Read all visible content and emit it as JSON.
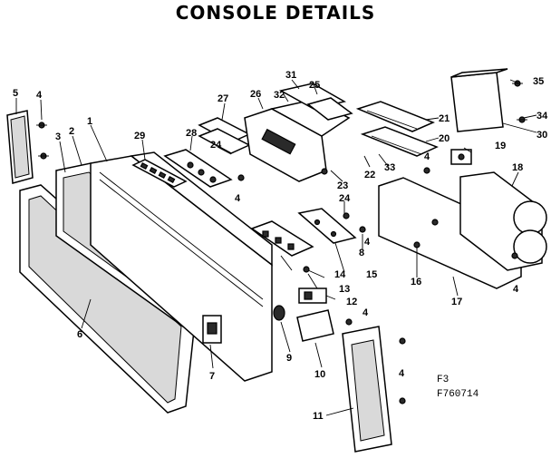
{
  "title": "CONSOLE DETAILS",
  "figure_code": "F3",
  "figure_number": "F760714",
  "callouts": [
    "1",
    "2",
    "3",
    "4",
    "5",
    "6",
    "7",
    "8",
    "9",
    "10",
    "11",
    "12",
    "13",
    "14",
    "15",
    "16",
    "17",
    "18",
    "19",
    "20",
    "21",
    "22",
    "23",
    "24",
    "25",
    "26",
    "27",
    "28",
    "29",
    "30",
    "31",
    "32",
    "33",
    "34",
    "35"
  ],
  "icons": [
    "screw-icon",
    "bolt-icon",
    "switch-icon",
    "panel-icon",
    "bracket-icon",
    "knob-icon",
    "timer-icon"
  ]
}
